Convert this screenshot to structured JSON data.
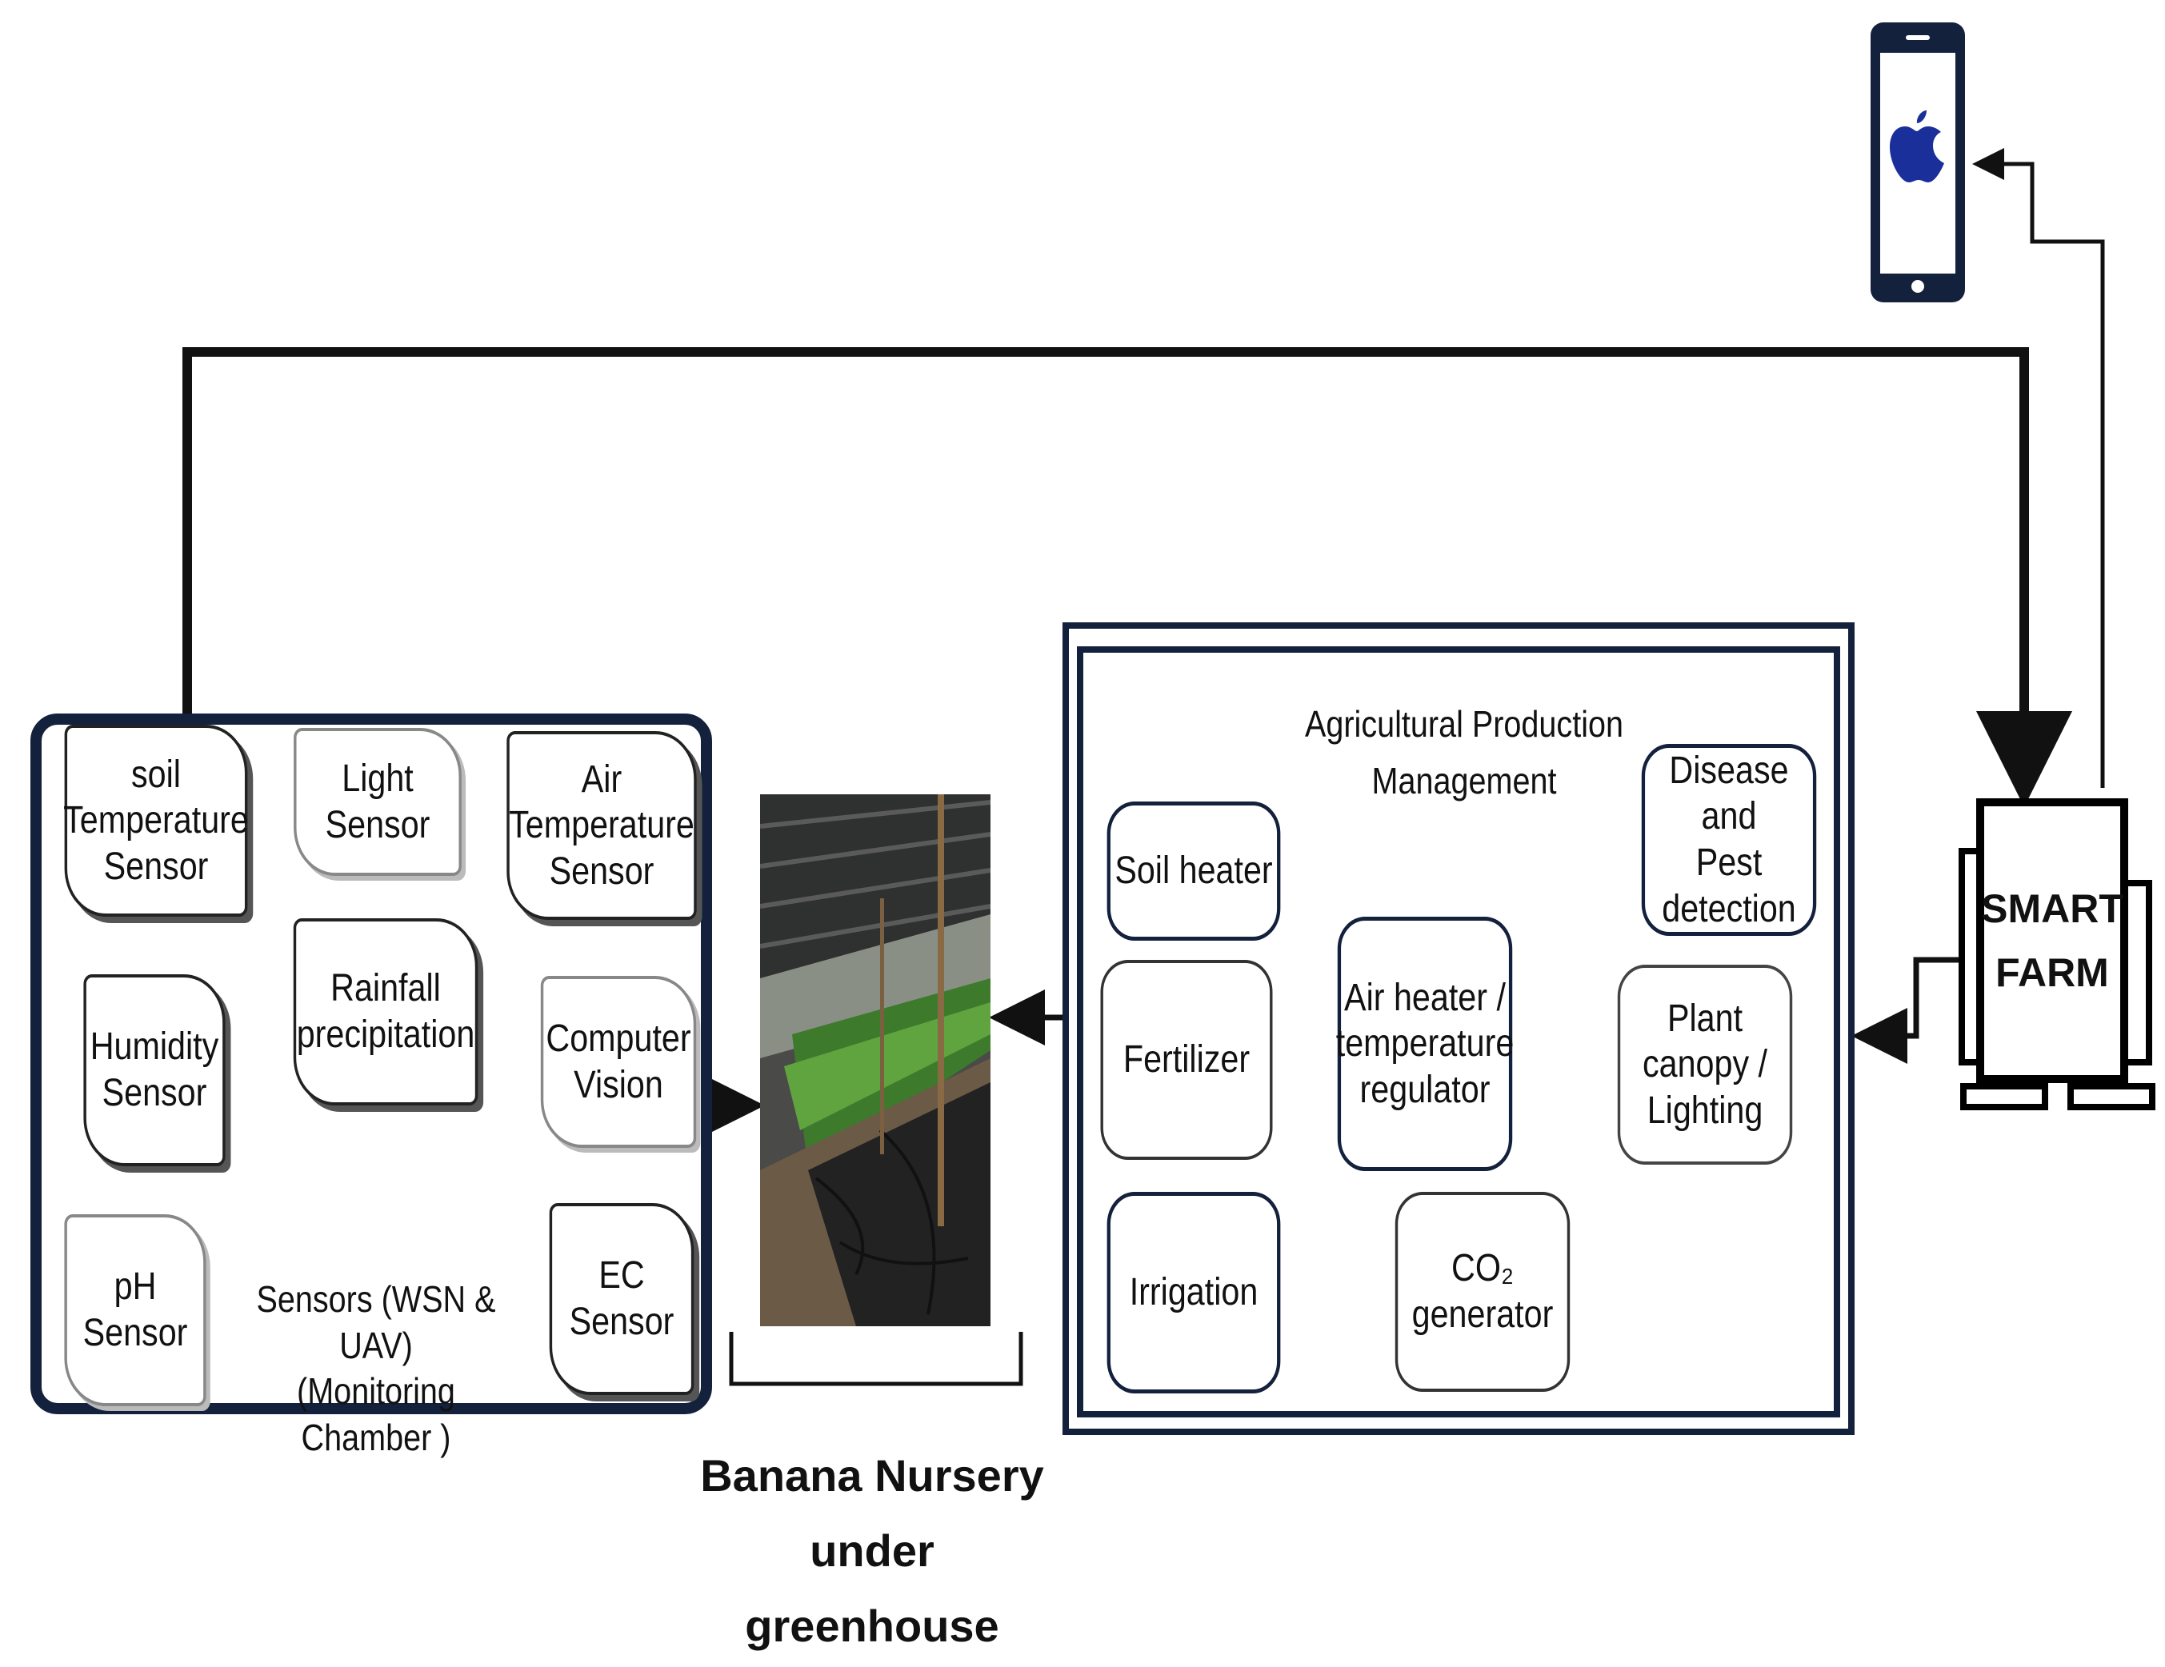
{
  "sensors": {
    "soil_temperature": "soil\nTemperature\nSensor",
    "light": "Light\nSensor",
    "air_temperature": "Air\nTemperature\nSensor",
    "rainfall": "Rainfall\nprecipitation",
    "humidity": "Humidity\nSensor",
    "computer_vision": "Computer\nVision",
    "ph": "pH\nSensor",
    "ec": "EC\nSensor",
    "caption": "Sensors (WSN & UAV)\n(Monitoring Chamber )"
  },
  "nursery": {
    "label": "Banana Nursery\nunder\ngreenhouse"
  },
  "management": {
    "title": "Agricultural Production\nManagement",
    "soil_heater": "Soil heater",
    "fertilizer": "Fertilizer",
    "irrigation": "Irrigation",
    "air_heater": "Air heater /\ntemperature\nregulator",
    "co2_generator": "CO₂ generator",
    "disease_pest": "Disease and\nPest detection",
    "plant_canopy": "Plant canopy /\nLighting"
  },
  "smart_farm": {
    "label": "SMART\nFARM"
  },
  "phone": {
    "icon": "apple-logo-icon"
  },
  "colors": {
    "navy": "#14213d",
    "line": "#111111"
  }
}
